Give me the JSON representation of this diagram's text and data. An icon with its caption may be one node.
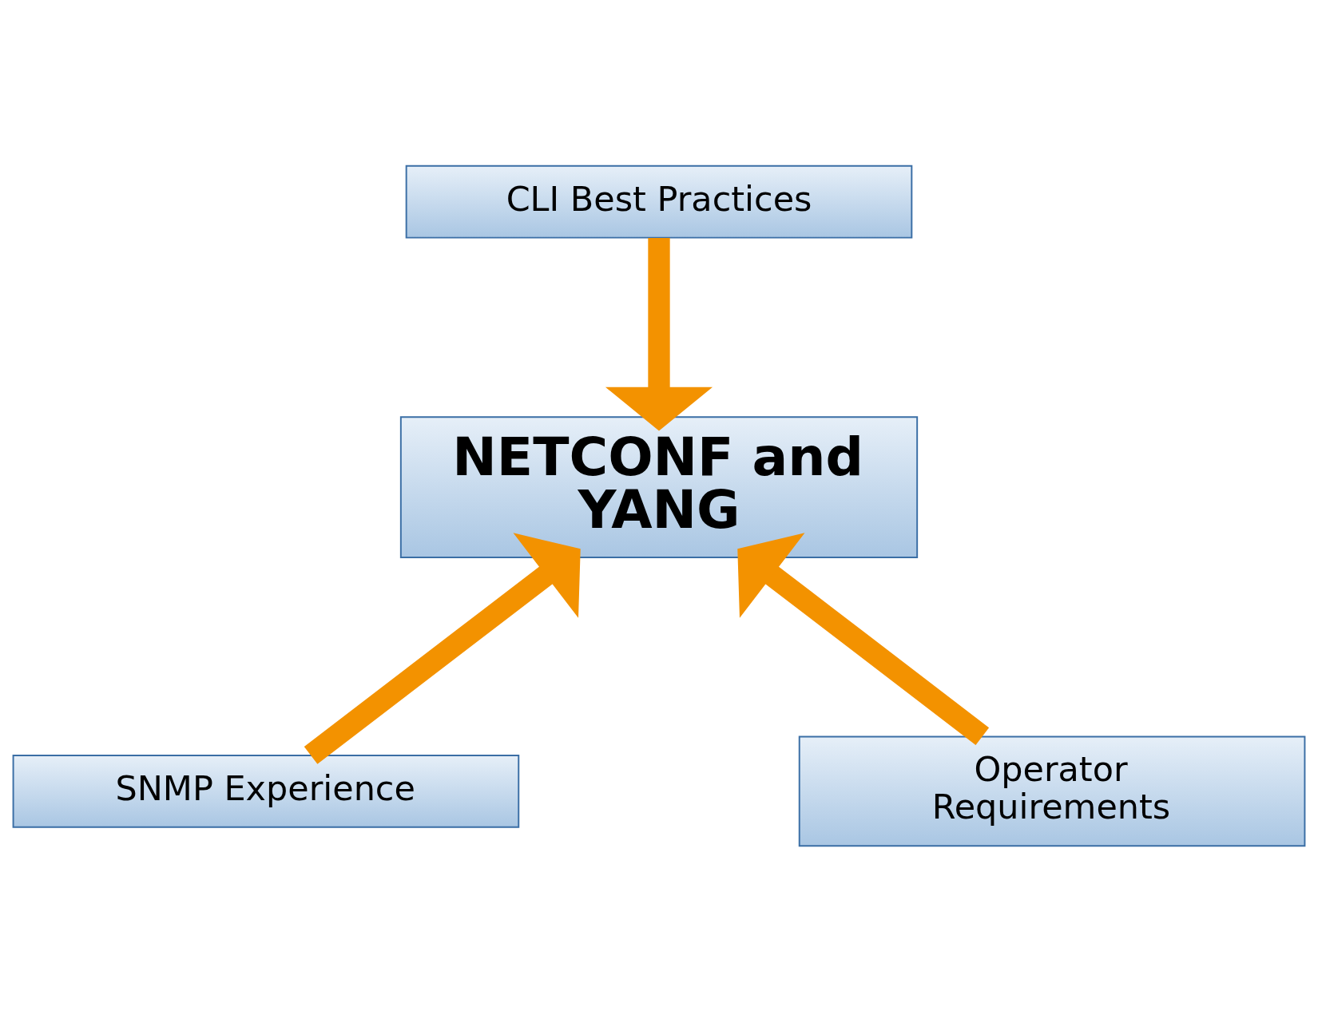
{
  "diagram": {
    "nodes": [
      {
        "text": [
          "CLI Best Practices"
        ]
      },
      {
        "text": [
          "NETCONF and YANG"
        ]
      },
      {
        "text": [
          "SNMP Experience"
        ]
      },
      {
        "text": [
          "Operator Requirements"
        ]
      }
    ],
    "edges": [
      {
        "from": 0,
        "to": 1,
        "arrow": "to",
        "color": "#f39200"
      },
      {
        "from": 2,
        "to": 1,
        "arrow": "to",
        "color": "#f39200"
      },
      {
        "from": 3,
        "to": 1,
        "arrow": "to",
        "color": "#f39200"
      }
    ]
  }
}
